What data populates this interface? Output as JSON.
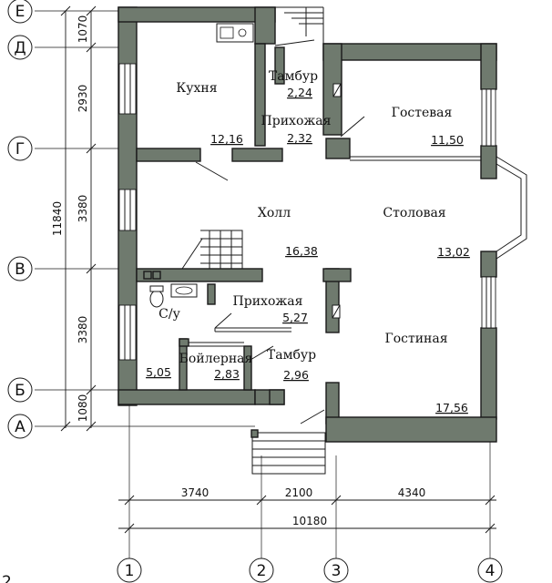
{
  "rooms": [
    {
      "name": "Кухня",
      "area": "12,16"
    },
    {
      "name": "Тамбур",
      "area": "2,24"
    },
    {
      "name": "Прихожая",
      "area": "2,32"
    },
    {
      "name": "Гостевая",
      "area": "11,50"
    },
    {
      "name": "Холл",
      "area": "16,38"
    },
    {
      "name": "Столовая",
      "area": "13,02"
    },
    {
      "name": "С/у",
      "area": "5,05"
    },
    {
      "name": "Прихожая",
      "area": "5,27"
    },
    {
      "name": "Бойлерная",
      "area": "2,83"
    },
    {
      "name": "Тамбур",
      "area": "2,96"
    },
    {
      "name": "Гостиная",
      "area": "17,56"
    }
  ],
  "axes_letters": [
    "Е",
    "Д",
    "Г",
    "В",
    "Б",
    "А"
  ],
  "axes_numbers": [
    "1",
    "2",
    "3",
    "4"
  ],
  "dims_vertical": [
    "1070",
    "2930",
    "3380",
    "3380",
    "1080"
  ],
  "dim_vertical_total": "11840",
  "dims_horizontal": [
    "3740",
    "2100",
    "4340"
  ],
  "dim_horizontal_total": "10180",
  "corner_label": "2"
}
